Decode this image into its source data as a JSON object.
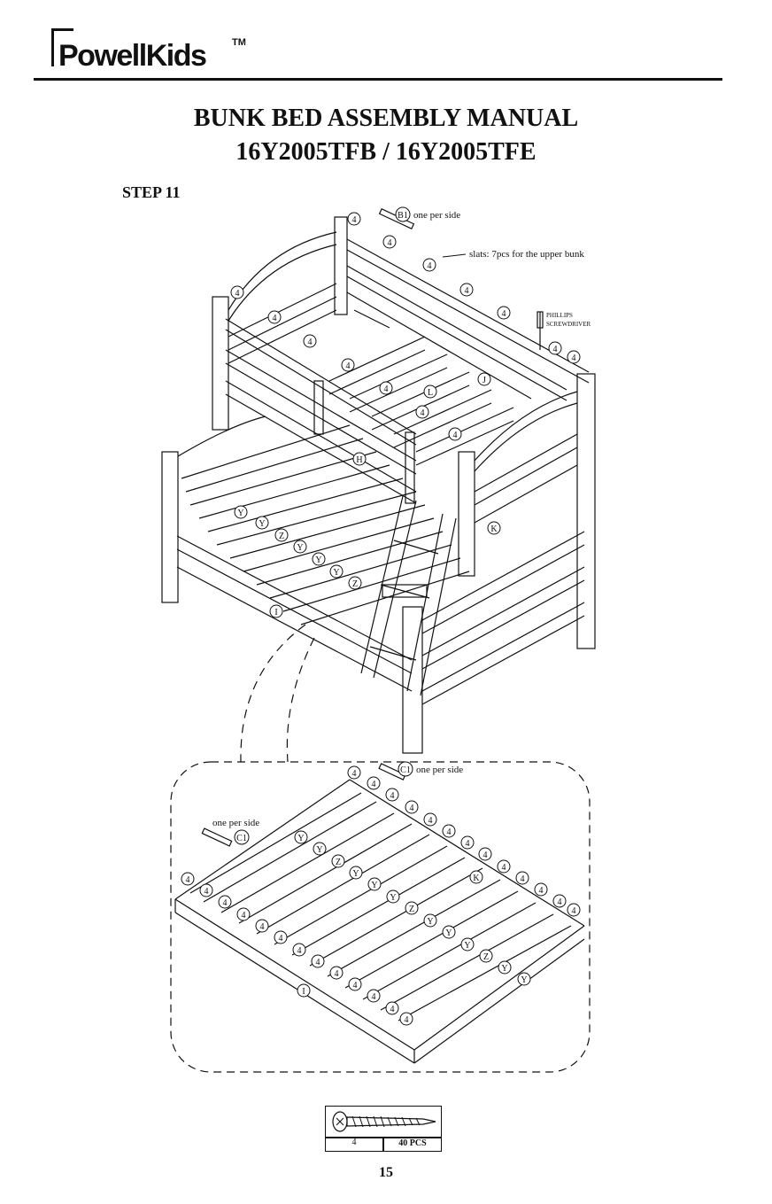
{
  "header": {
    "brand": "PowellKids",
    "trademark": "TM"
  },
  "title": {
    "line1": "BUNK BED ASSEMBLY MANUAL",
    "line2": "16Y2005TFB / 16Y2005TFE"
  },
  "step_label": "STEP 11",
  "upper_diagram": {
    "labels": {
      "b1_note": "one per side",
      "slats_note": "slats: 7pcs for the upper bunk",
      "tool_line1": "PHILLIPS",
      "tool_line2": "SCREWDRIVER",
      "part_b1": "B1",
      "part_l": "L",
      "part_j": "J",
      "part_h": "H",
      "part_k": "K",
      "part_i": "I"
    },
    "lower_slat_labels": [
      "Y",
      "Y",
      "Z",
      "Y",
      "Y",
      "Y",
      "Z"
    ]
  },
  "detail_diagram": {
    "labels": {
      "c1_note_right": "one per side",
      "c1_note_left": "one per side",
      "part_c1": "C1",
      "part_k": "K",
      "part_i": "I"
    },
    "slat_labels": [
      "Y",
      "Y",
      "Z",
      "Y",
      "Y",
      "Y",
      "Z",
      "Y",
      "Y",
      "Y",
      "Z",
      "Y",
      "Y"
    ]
  },
  "screw_callout": "4",
  "hardware": {
    "code": "4",
    "quantity": "40 PCS"
  },
  "page_number": "15"
}
